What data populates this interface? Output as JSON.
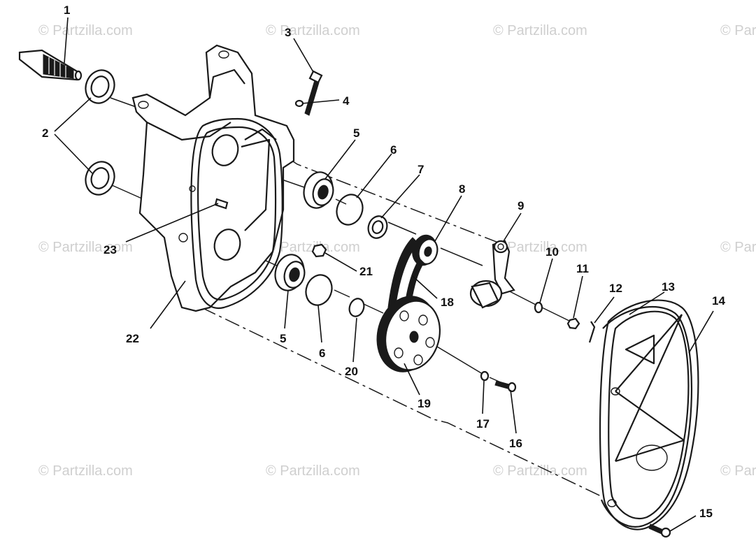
{
  "watermark": "© Partzilla.com",
  "callouts": [
    {
      "id": "c1",
      "text": "1"
    },
    {
      "id": "c2",
      "text": "2"
    },
    {
      "id": "c3",
      "text": "3"
    },
    {
      "id": "c4",
      "text": "4"
    },
    {
      "id": "c5a",
      "text": "5"
    },
    {
      "id": "c6a",
      "text": "6"
    },
    {
      "id": "c7",
      "text": "7"
    },
    {
      "id": "c8",
      "text": "8"
    },
    {
      "id": "c9",
      "text": "9"
    },
    {
      "id": "c10",
      "text": "10"
    },
    {
      "id": "c11",
      "text": "11"
    },
    {
      "id": "c12",
      "text": "12"
    },
    {
      "id": "c13",
      "text": "13"
    },
    {
      "id": "c14",
      "text": "14"
    },
    {
      "id": "c15",
      "text": "15"
    },
    {
      "id": "c16",
      "text": "16"
    },
    {
      "id": "c17",
      "text": "17"
    },
    {
      "id": "c18",
      "text": "18"
    },
    {
      "id": "c19",
      "text": "19"
    },
    {
      "id": "c20",
      "text": "20"
    },
    {
      "id": "c21",
      "text": "21"
    },
    {
      "id": "c22",
      "text": "22"
    },
    {
      "id": "c23",
      "text": "23"
    },
    {
      "id": "c5b",
      "text": "5"
    },
    {
      "id": "c6b",
      "text": "6"
    }
  ]
}
